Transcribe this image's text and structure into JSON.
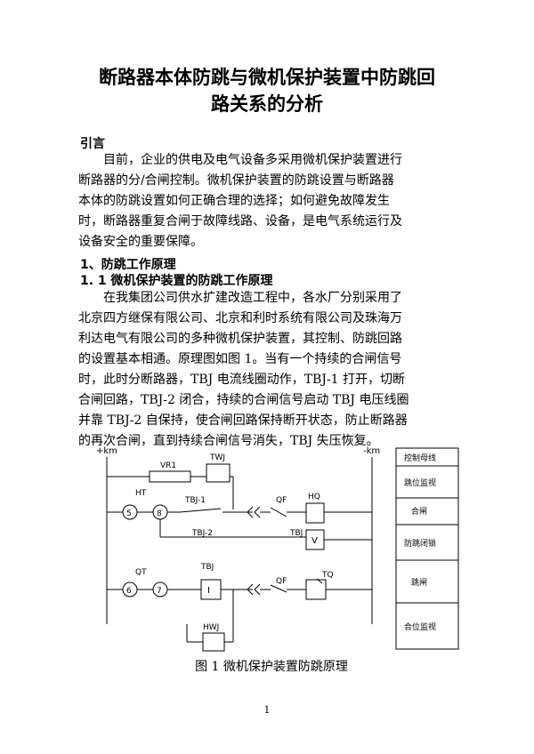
{
  "title": {
    "line1": "断路器本体防跳与微机保护装置中防跳回",
    "line2": "路关系的分析"
  },
  "intro": {
    "heading": "引言",
    "lines": [
      "目前，企业的供电及电气设备多采用微机保护装置进行",
      "断路器的分/合闸控制。微机保护装置的防跳设置与断路器",
      "本体的防跳设置如何正确合理的选择；如何避免故障发生",
      "时，断路器重复合闸于故障线路、设备，是电气系统运行及",
      "设备安全的重要保障。"
    ]
  },
  "section1": {
    "heading": "1、防跳工作原理",
    "sub_heading": "1. 1  微机保护装置的防跳工作原理",
    "lines": [
      "在我集团公司供水扩建改造工程中，各水厂分别采用了",
      "北京四方继保有限公司、北京和利时系统有限公司及珠海万",
      "利达电气有限公司的多种微机保护装置，其控制、防跳回路",
      "的设置基本相通。原理图如图 1。当有一个持续的合闸信号",
      "时，此时分断路器，TBJ 电流线圈动作，TBJ-1 打开，切断",
      "合闸回路，TBJ-2 闭合，持续的合闸信号启动 TBJ 电压线圈",
      "并靠 TBJ-2 自保持，使合闸回路保持断开状态，防止断路器",
      "的再次合闸，直到持续合闸信号消失，TBJ 失压恢复。"
    ]
  },
  "figure": {
    "caption": "图 1  微机保护装置防跳原理",
    "labels": {
      "plus_km": "+km",
      "minus_km": "-km",
      "vr1": "VR1",
      "twj": "TWJ",
      "ht": "HT",
      "n5": "5",
      "n8": "8",
      "tbj1": "TBJ-1",
      "qf1": "QF",
      "hq": "HQ",
      "tbj2": "TBJ-2",
      "tbj_v_label": "TBJ",
      "v": "V",
      "qt": "QT",
      "tbj_i_label": "TBJ",
      "n6": "6",
      "n7": "7",
      "i": "I",
      "qf2": "QF",
      "tq": "TQ",
      "hwj": "HWJ"
    },
    "legend": [
      "控制母线",
      "跳位监视",
      "合闸",
      "防跳闭锁",
      "跳闸",
      "合位监视"
    ]
  },
  "page_number": "1"
}
